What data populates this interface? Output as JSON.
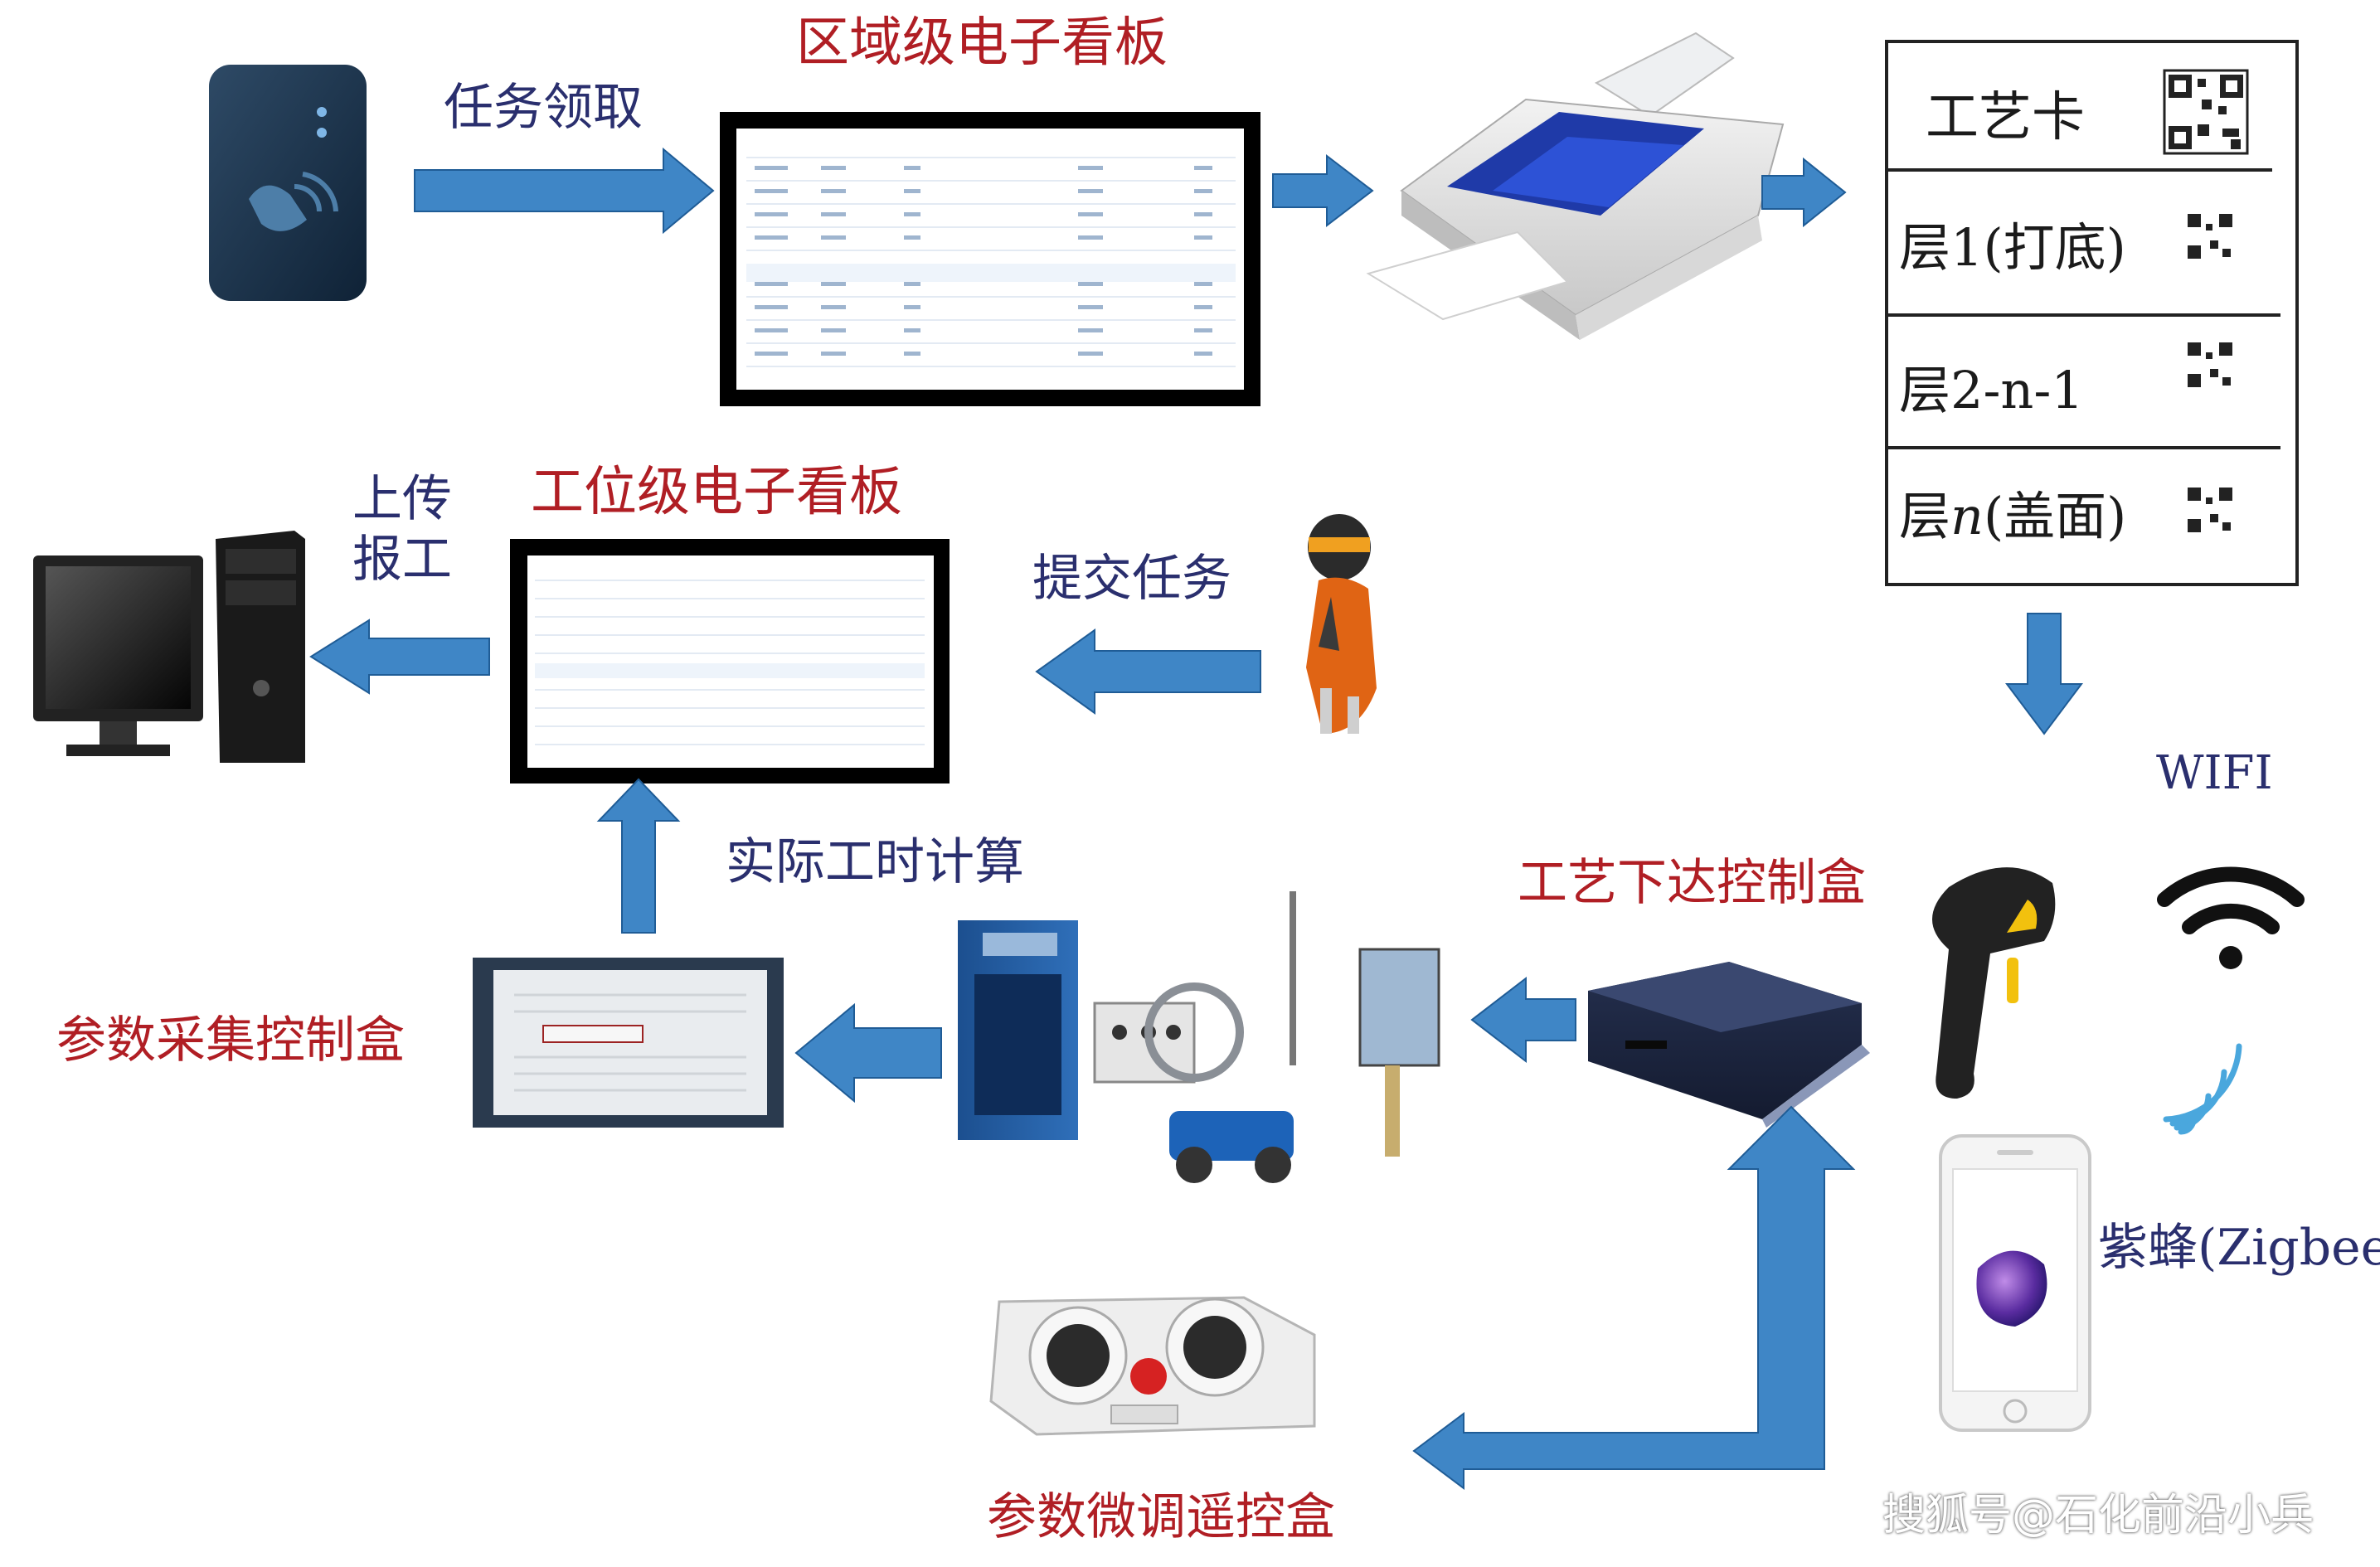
{
  "labels": {
    "task_claim": "任务领取",
    "area_board": "区域级电子看板",
    "station_board": "工位级电子看板",
    "upload_line1": "上传",
    "upload_line2": "报工",
    "submit_task": "提交任务",
    "actual_time": "实际工时计算",
    "param_collect_box": "参数采集控制盒",
    "process_issue_box": "工艺下达控制盒",
    "param_remote_box": "参数微调遥控盒",
    "wifi": "WIFI",
    "zigbee": "紫蜂(Zigbee)"
  },
  "process_card": {
    "title": "工艺卡",
    "rows": [
      {
        "prefix": "层",
        "mid": "1",
        "suffix": "(打底)"
      },
      {
        "prefix": "层",
        "mid": "2-n-1",
        "suffix": ""
      },
      {
        "prefix": "层",
        "mid": "n",
        "suffix": "(盖面)"
      }
    ]
  },
  "watermark": "搜狐号@石化前沿小兵",
  "colors": {
    "arrow": "#3f86c6",
    "label_blue": "#2a2f6e",
    "label_red": "#b01e24"
  }
}
